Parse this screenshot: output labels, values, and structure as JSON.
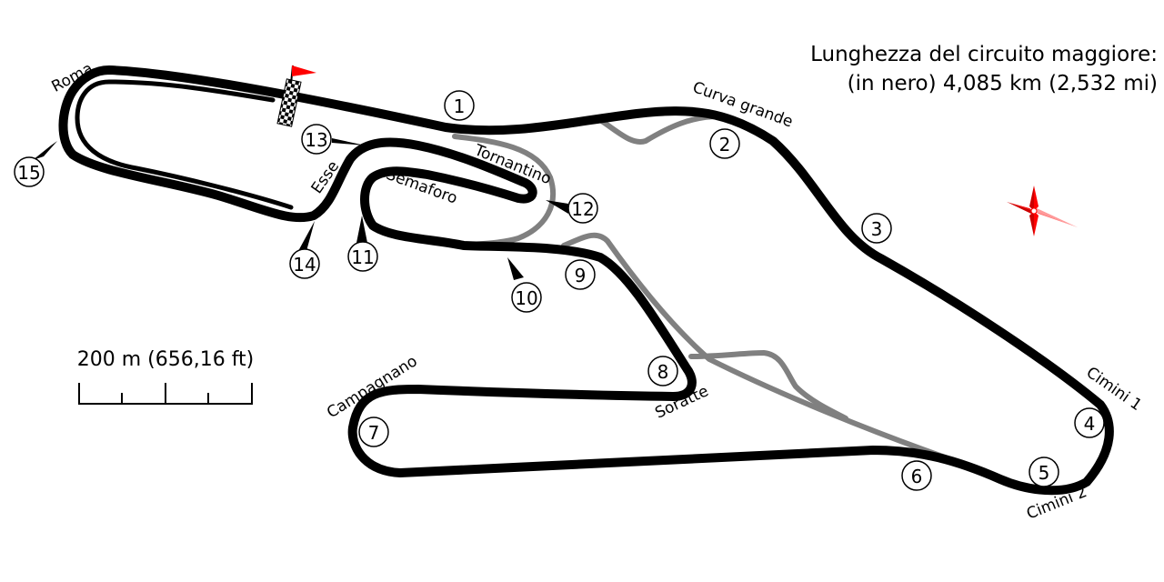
{
  "info": {
    "line1": "Lunghezza del circuito maggiore:",
    "line2": "(in nero) 4,085 km (2,532 mi)"
  },
  "scale": {
    "label": "200 m (656,16 ft)"
  },
  "colors": {
    "main_track": "#000000",
    "alt_track": "#808080",
    "flag": "#ff0000",
    "compass": "#ff0000"
  },
  "corner_names": {
    "roma": "Roma",
    "curva_grande": "Curva grande",
    "tornantino": "Tornantino",
    "semaforo": "Semaforo",
    "esse": "Esse",
    "campagnano": "Campagnano",
    "soratte": "Soratte",
    "cimini_1": "Cimini 1",
    "cimini_2": "Cimini 2"
  },
  "corner_numbers": [
    "1",
    "2",
    "3",
    "4",
    "5",
    "6",
    "7",
    "8",
    "9",
    "10",
    "11",
    "12",
    "13",
    "14",
    "15"
  ],
  "icons": [
    "start-finish-flag-icon",
    "compass-rose-icon"
  ]
}
